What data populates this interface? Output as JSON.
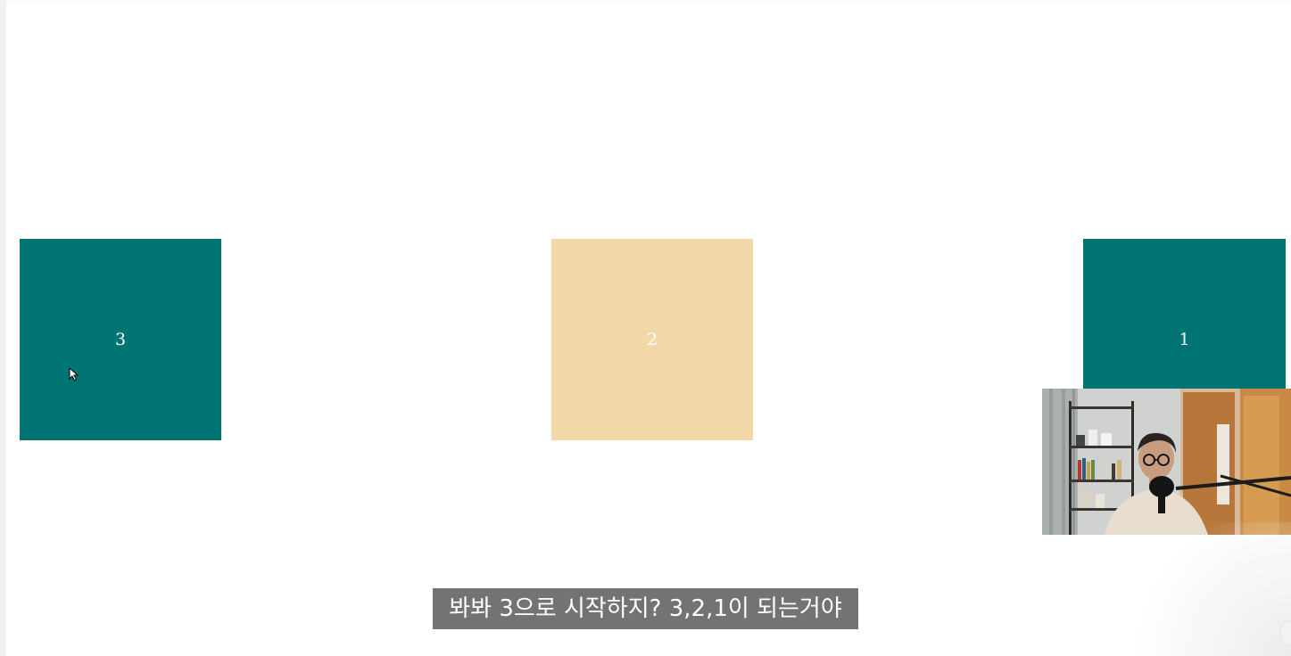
{
  "boxes": [
    {
      "label": "3",
      "color": "#007373"
    },
    {
      "label": "2",
      "color": "#f2d8a7"
    },
    {
      "label": "1",
      "color": "#007373"
    }
  ],
  "subtitle": {
    "text": "봐봐 3으로 시작하지? 3,2,1이 되는거야"
  },
  "icons": {
    "cursor": "mouse-pointer-icon"
  }
}
